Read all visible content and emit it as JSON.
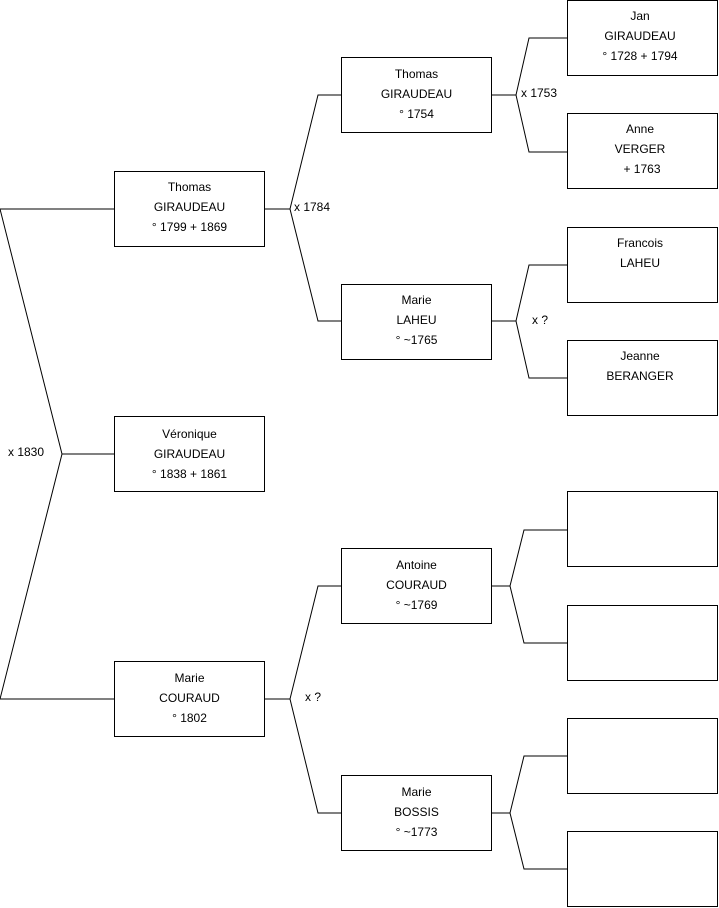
{
  "persons": {
    "veronique": {
      "line1": "Véronique",
      "line2": "GIRAUDEAU",
      "line3": "° 1838 + 1861"
    },
    "thomas_g1": {
      "line1": "Thomas",
      "line2": "GIRAUDEAU",
      "line3": "° 1799 + 1869"
    },
    "marie_couraud": {
      "line1": "Marie",
      "line2": "COURAUD",
      "line3": "° 1802"
    },
    "thomas_g2": {
      "line1": "Thomas",
      "line2": "GIRAUDEAU",
      "line3": "° 1754"
    },
    "marie_laheu": {
      "line1": "Marie",
      "line2": "LAHEU",
      "line3": "° ~1765"
    },
    "antoine_couraud": {
      "line1": "Antoine",
      "line2": "COURAUD",
      "line3": "° ~1769"
    },
    "marie_bossis": {
      "line1": "Marie",
      "line2": "BOSSIS",
      "line3": "° ~1773"
    },
    "jan_giraudeau": {
      "line1": "Jan",
      "line2": "GIRAUDEAU",
      "line3": "° 1728 + 1794"
    },
    "anne_verger": {
      "line1": "Anne",
      "line2": "VERGER",
      "line3": "+ 1763"
    },
    "francois_laheu": {
      "line1": "Francois",
      "line2": "LAHEU",
      "line3": ""
    },
    "jeanne_beranger": {
      "line1": "Jeanne",
      "line2": "BERANGER",
      "line3": ""
    }
  },
  "marriages": {
    "m1830": "x 1830",
    "m1784": "x 1784",
    "m_couraud": "x ?",
    "m1753": "x 1753",
    "m_laheu": "x ?"
  }
}
